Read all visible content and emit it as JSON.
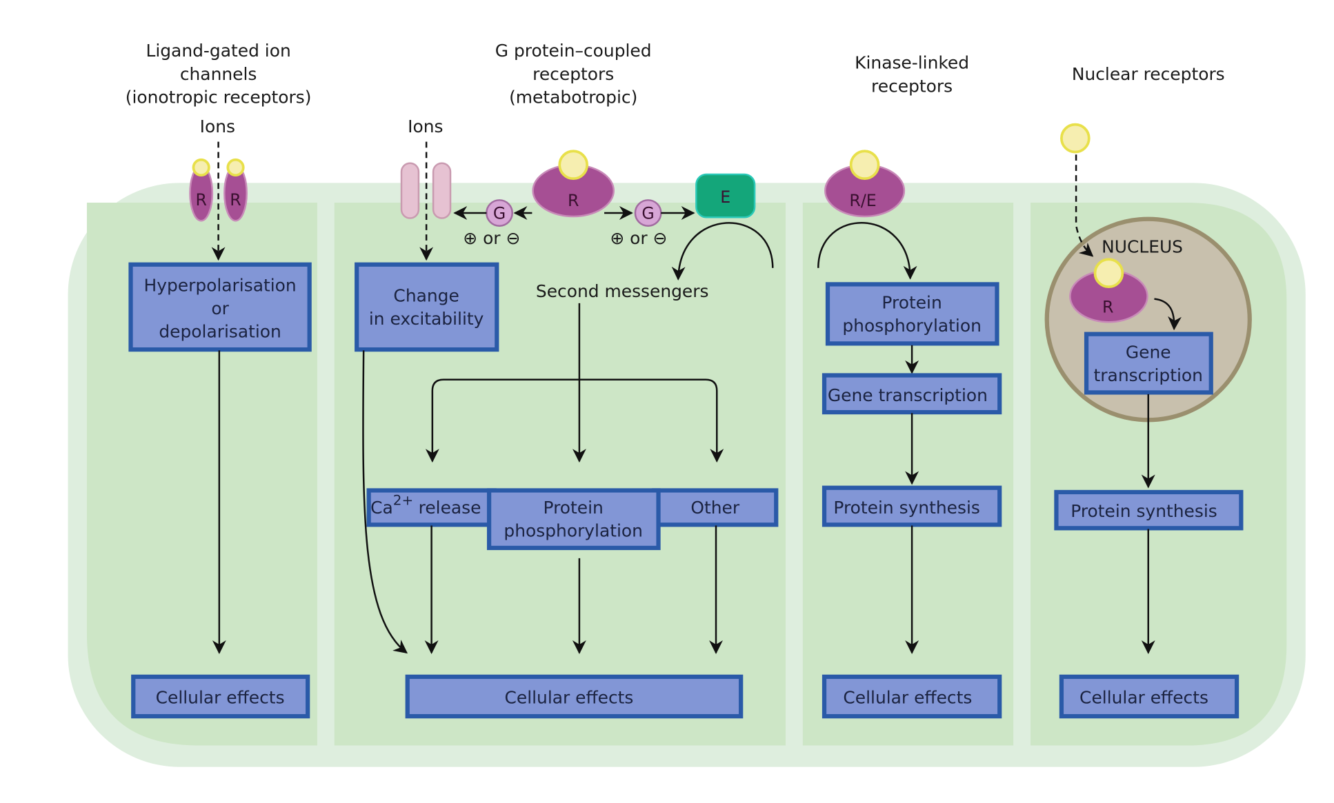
{
  "diagram": {
    "colors": {
      "cell_outer": "#deeede",
      "cell_inner": "#cde6c6",
      "box_fill": "#8296d6",
      "box_border": "#2a5aa8",
      "receptor": "#a64f94",
      "ligand": "#f6eeb0",
      "ligand_ring": "#e8e04a",
      "channel": "#e6c2d2",
      "g_protein": "#d7a6d6",
      "effector": "#14a67a",
      "nucleus": "#c8c0ad",
      "nucleus_ring": "#9a8f6e"
    },
    "columns": [
      {
        "title": [
          "Ligand-gated ion",
          "channels",
          "(ionotropic receptors)"
        ],
        "ions_label": "Ions",
        "receptor_labels": [
          "R",
          "R"
        ],
        "boxes": [
          {
            "lines": [
              "Hyperpolarisation",
              "or",
              "depolarisation"
            ]
          },
          {
            "lines": [
              "Cellular effects"
            ]
          }
        ]
      },
      {
        "title": [
          "G protein–coupled",
          "receptors",
          "(metabotropic)"
        ],
        "ions_label": "Ions",
        "receptor_label": "R",
        "g_label": "G",
        "effector_label": "E",
        "modulation_label": "⊕ or ⊖",
        "second_messengers": "Second messengers",
        "boxes": [
          {
            "lines": [
              "Change",
              "in excitability"
            ]
          },
          {
            "ca_prefix": "Ca",
            "ca_sup": "2+",
            "ca_suffix": "release"
          },
          {
            "lines": [
              "Protein",
              "phosphorylation"
            ]
          },
          {
            "lines": [
              "Other"
            ]
          },
          {
            "lines": [
              "Cellular effects"
            ]
          }
        ]
      },
      {
        "title": [
          "Kinase-linked",
          "receptors"
        ],
        "receptor_label": "R/E",
        "boxes": [
          {
            "lines": [
              "Protein",
              "phosphorylation"
            ]
          },
          {
            "lines": [
              "Gene transcription"
            ]
          },
          {
            "lines": [
              "Protein synthesis"
            ]
          },
          {
            "lines": [
              "Cellular effects"
            ]
          }
        ]
      },
      {
        "title": [
          "Nuclear receptors"
        ],
        "nucleus_label": "NUCLEUS",
        "receptor_label": "R",
        "boxes": [
          {
            "lines": [
              "Gene",
              "transcription"
            ]
          },
          {
            "lines": [
              "Protein synthesis"
            ]
          },
          {
            "lines": [
              "Cellular effects"
            ]
          }
        ]
      }
    ]
  }
}
